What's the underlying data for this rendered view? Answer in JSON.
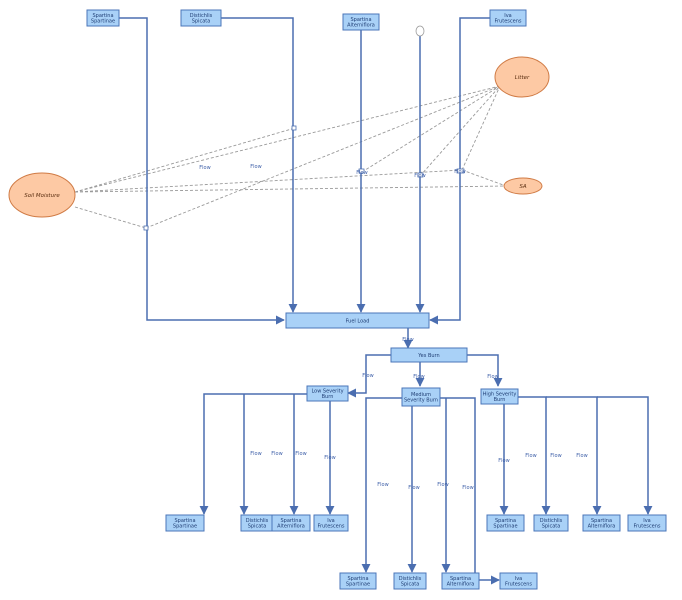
{
  "colors": {
    "stock_fill": "#a9d1f7",
    "stock_border": "#4b76b8",
    "variable_fill": "#fdc9a4",
    "flow": "#4b6eb0",
    "link": "#9a9a9a"
  },
  "stocks": {
    "src_spartina_spartinae": [
      "Spartina",
      "Spartinae"
    ],
    "src_distichlis_spicata": [
      "Distichlis",
      "Spicata"
    ],
    "src_spartina_alterniflora": [
      "Spartina",
      "Alterniflora"
    ],
    "src_iva_frutescens": [
      "Iva",
      "Frutescens"
    ],
    "fuel_load": [
      "Fuel Load"
    ],
    "yes_burn": [
      "Yes Burn"
    ],
    "low_severity_burn": [
      "Low Severity",
      "Burn"
    ],
    "medium_severity_burn": [
      "Medium",
      "Severity Burn"
    ],
    "high_severity_burn": [
      "High Severity",
      "Burn"
    ],
    "low_spartina_spartinae": [
      "Spartina",
      "Spartinae"
    ],
    "low_distichlis_spicata": [
      "Distichlis",
      "Spicata"
    ],
    "low_spartina_alterniflora": [
      "Spartina",
      "Alterniflora"
    ],
    "low_iva_frutescens": [
      "Iva",
      "Frutescens"
    ],
    "med_spartina_spartinae": [
      "Spartina",
      "Spartinae"
    ],
    "med_distichlis_spicata": [
      "Distichlis",
      "Spicata"
    ],
    "med_spartina_alterniflora": [
      "Spartina",
      "Alterniflora"
    ],
    "med_iva_frutescens": [
      "Iva",
      "Frutescens"
    ],
    "high_spartina_spartinae": [
      "Spartina",
      "Spartinae"
    ],
    "high_distichlis_spicata": [
      "Distichlis",
      "Spicata"
    ],
    "high_spartina_alterniflora": [
      "Spartina",
      "Alterniflora"
    ],
    "high_iva_frutescens": [
      "Iva",
      "Frutescens"
    ]
  },
  "variables": {
    "litter": "Litter",
    "soil_moisture": "Soil Moisture",
    "sa": "SA"
  },
  "flow_label": "Flow"
}
